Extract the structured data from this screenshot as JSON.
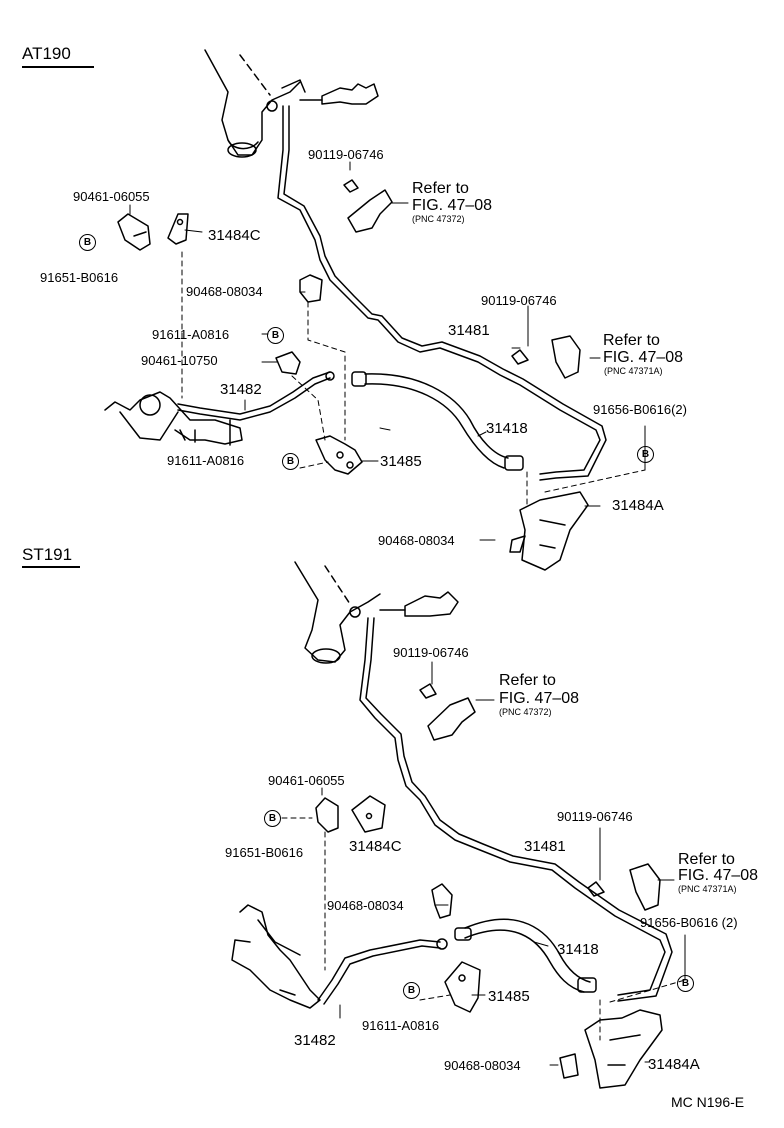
{
  "sections": [
    {
      "title": "AT190",
      "labels": {
        "bolt_top": "90119-06746",
        "refer_top_1": "Refer to",
        "refer_top_2": "FIG. 47–08",
        "refer_top_3": "(PNC 47372)",
        "bolt_a": "90461-06055",
        "bracket_c": "31484C",
        "nut_b": "91651-B0616",
        "clip_a": "90468-08034",
        "bolt_right": "90119-06746",
        "tube_31481": "31481",
        "refer_mid_1": "Refer to",
        "refer_mid_2": "FIG. 47–08",
        "refer_mid_3": "(PNC 47371A)",
        "nut_c": "91611-A0816",
        "bolt_b": "90461-10750",
        "tube_31482": "31482",
        "hose_31418": "31418",
        "nut_d2": "91656-B0616(2)",
        "nut_e": "91611-A0816",
        "bracket_31485": "31485",
        "bracket_a": "31484A",
        "clip_b": "90468-08034",
        "b_mark": "B"
      }
    },
    {
      "title": "ST191",
      "labels": {
        "bolt_top": "90119-06746",
        "refer_top_1": "Refer to",
        "refer_top_2": "FIG. 47–08",
        "refer_top_3": "(PNC 47372)",
        "bolt_a": "90461-06055",
        "nut_b": "91651-B0616",
        "bracket_c": "31484C",
        "bolt_right": "90119-06746",
        "tube_31481": "31481",
        "refer_mid_1": "Refer to",
        "refer_mid_2": "FIG. 47–08",
        "refer_mid_3": "(PNC 47371A)",
        "clip_a": "90468-08034",
        "nut_d2": "91656-B0616 (2)",
        "hose_31418": "31418",
        "bracket_31485": "31485",
        "nut_c": "91611-A0816",
        "tube_31482": "31482",
        "clip_b": "90468-08034",
        "bracket_a": "31484A",
        "b_mark": "B"
      }
    }
  ],
  "footer_code": "MC N196-E"
}
